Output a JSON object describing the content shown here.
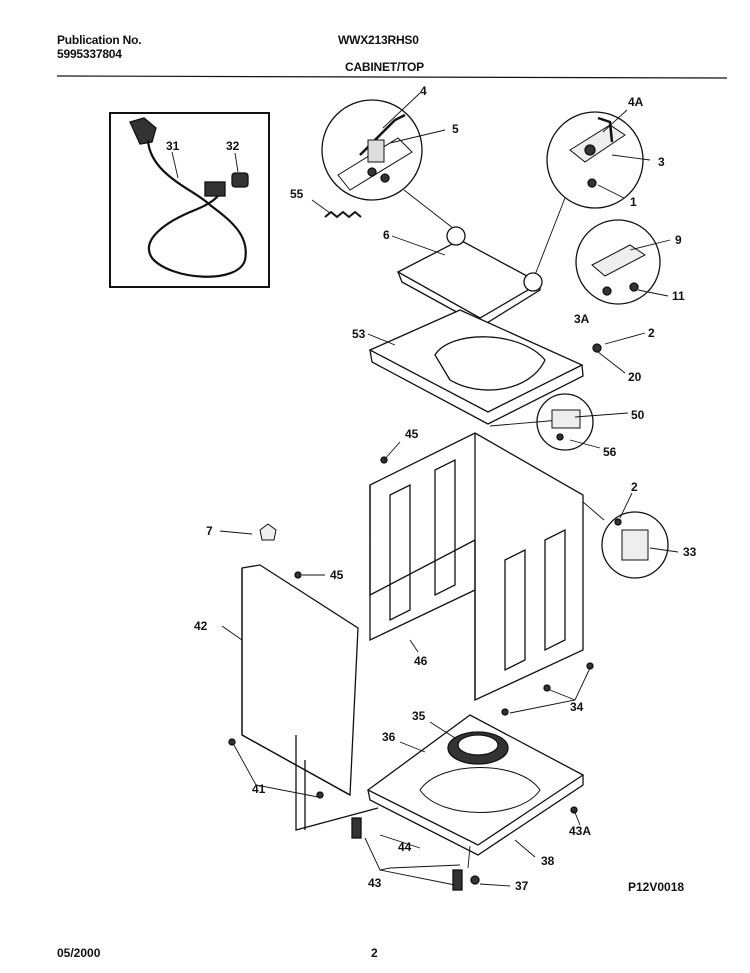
{
  "header": {
    "publication_label": "Publication No.",
    "publication_number": "5995337804",
    "model": "WWX213RHS0",
    "section": "CABINET/TOP"
  },
  "footer": {
    "date": "05/2000",
    "page": "2",
    "diagram_code": "P12V0018"
  },
  "parts": {
    "p4": "4",
    "p5": "5",
    "p4a": "4A",
    "p3": "3",
    "p1": "1",
    "p31": "31",
    "p32": "32",
    "p55": "55",
    "p6": "6",
    "p9": "9",
    "p11": "11",
    "p3a": "3A",
    "p53": "53",
    "p2a": "2",
    "p20": "20",
    "p50": "50",
    "p56": "56",
    "p45a": "45",
    "p2b": "2",
    "p33": "33",
    "p7": "7",
    "p45b": "45",
    "p42": "42",
    "p46": "46",
    "p34": "34",
    "p35": "35",
    "p36": "36",
    "p41": "41",
    "p43a": "43A",
    "p44": "44",
    "p38": "38",
    "p43": "43",
    "p37": "37"
  }
}
